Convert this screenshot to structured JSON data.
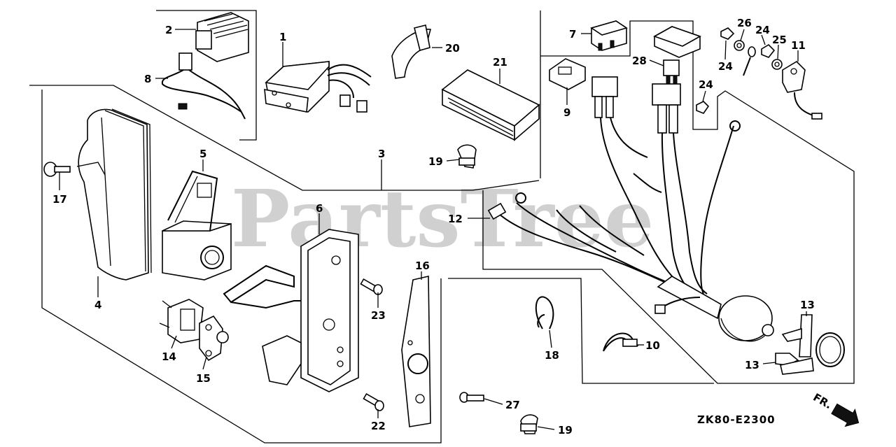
{
  "watermark": "PartsTree",
  "diagram_ref": "ZK80-E2300",
  "direction_marker": "FR.",
  "colors": {
    "ink": "#000000",
    "paper": "#ffffff",
    "watermark": "#d0d0d0"
  },
  "callouts": [
    {
      "id": "c1",
      "label": "1"
    },
    {
      "id": "c2",
      "label": "2"
    },
    {
      "id": "c3",
      "label": "3"
    },
    {
      "id": "c4",
      "label": "4"
    },
    {
      "id": "c5",
      "label": "5"
    },
    {
      "id": "c6",
      "label": "6"
    },
    {
      "id": "c7",
      "label": "7"
    },
    {
      "id": "c8",
      "label": "8"
    },
    {
      "id": "c9",
      "label": "9"
    },
    {
      "id": "c10",
      "label": "10"
    },
    {
      "id": "c11",
      "label": "11"
    },
    {
      "id": "c12",
      "label": "12"
    },
    {
      "id": "c13a",
      "label": "13"
    },
    {
      "id": "c13b",
      "label": "13"
    },
    {
      "id": "c14",
      "label": "14"
    },
    {
      "id": "c15",
      "label": "15"
    },
    {
      "id": "c16",
      "label": "16"
    },
    {
      "id": "c17",
      "label": "17"
    },
    {
      "id": "c18",
      "label": "18"
    },
    {
      "id": "c19a",
      "label": "19"
    },
    {
      "id": "c19b",
      "label": "19"
    },
    {
      "id": "c20",
      "label": "20"
    },
    {
      "id": "c21",
      "label": "21"
    },
    {
      "id": "c22",
      "label": "22"
    },
    {
      "id": "c23",
      "label": "23"
    },
    {
      "id": "c24a",
      "label": "24"
    },
    {
      "id": "c24b",
      "label": "24"
    },
    {
      "id": "c24c",
      "label": "24"
    },
    {
      "id": "c25",
      "label": "25"
    },
    {
      "id": "c26",
      "label": "26"
    },
    {
      "id": "c27",
      "label": "27"
    },
    {
      "id": "c28",
      "label": "28"
    }
  ]
}
